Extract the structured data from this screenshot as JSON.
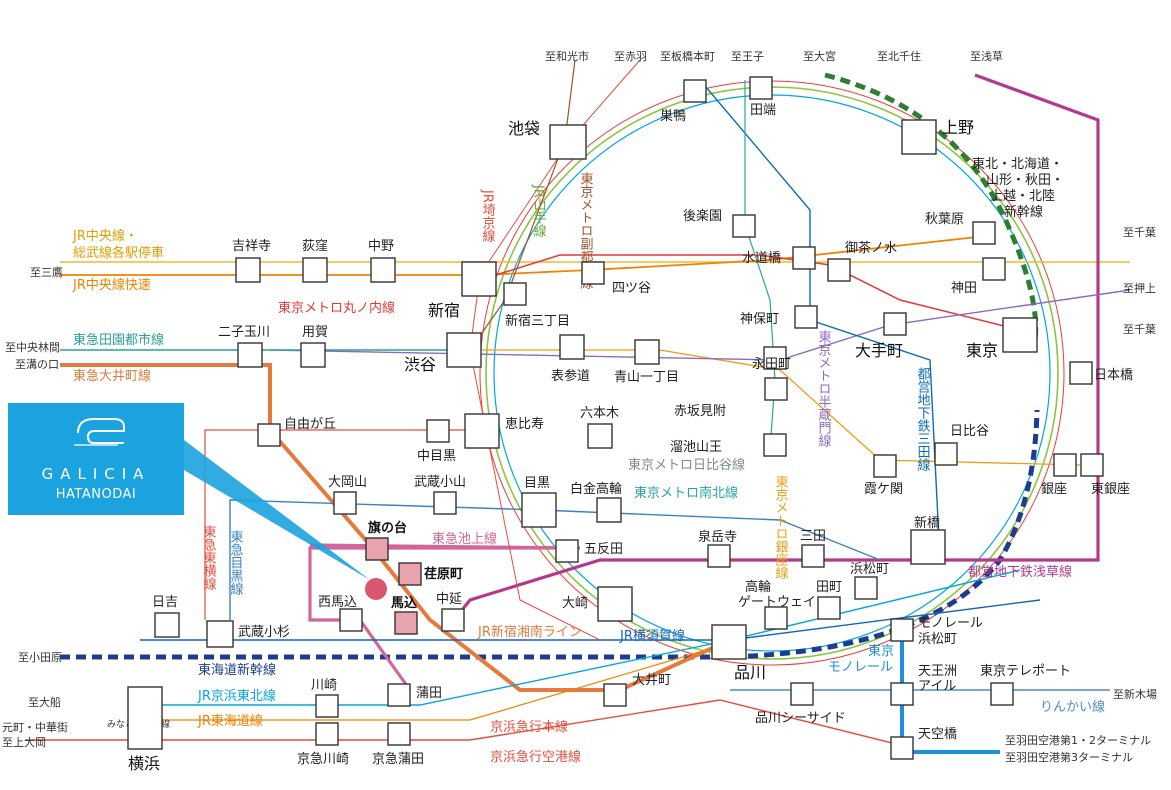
{
  "brand": {
    "name": "GALICIA",
    "sub": "HATANODAI",
    "color": "#1ba3df"
  },
  "colors": {
    "yamanote": "#8cc63f",
    "chuo": "#f08300",
    "asakusa": "#b23a8d",
    "tokyu_ikegami": "#d2669a",
    "tokyu_oimachi": "#e57a3e",
    "shinkansen": "#1d3c8f",
    "tohoku_shinkansen": "#2e7d32",
    "keihin_tohoku": "#00a7db",
    "highlight": "#e8a3ad"
  },
  "stations": {
    "ikebukuro": "池袋",
    "sugamo": "巣鴨",
    "tabata": "田端",
    "ueno": "上野",
    "korakuen": "後楽園",
    "akihabara": "秋葉原",
    "kichijoji": "吉祥寺",
    "ogikubo": "荻窪",
    "nakano": "中野",
    "shinjuku": "新宿",
    "shinjuku_sanchome": "新宿三丁目",
    "yotsuya": "四ツ谷",
    "suidobashi": "水道橋",
    "ochanomizu": "御茶ノ水",
    "kanda": "神田",
    "jimbocho": "神保町",
    "otemachi": "大手町",
    "tokyo": "東京",
    "nihonbashi": "日本橋",
    "futako_tamagawa": "二子玉川",
    "yoga": "用賀",
    "shibuya": "渋谷",
    "omotesando": "表参道",
    "aoyama_itchome": "青山一丁目",
    "nagatacho": "永田町",
    "akasaka_mitsuke": "赤坂見附",
    "jiyugaoka": "自由が丘",
    "nakameguro": "中目黒",
    "ebisu": "恵比寿",
    "roppongi": "六本木",
    "tameike_sanno": "溜池山王",
    "hibiya": "日比谷",
    "kasumigaseki": "霞ケ関",
    "ginza": "銀座",
    "higashi_ginza": "東銀座",
    "ookayama": "大岡山",
    "musashi_koyama": "武蔵小山",
    "meguro": "目黒",
    "shirokanetakanawa": "白金高輪",
    "hatanodai": "旗の台",
    "togoshi_ginza": "五反田",
    "ebara_machi": "荏原町",
    "nishi_magome": "西馬込",
    "magome": "馬込",
    "nakanobu": "中延",
    "sengakuji": "泉岳寺",
    "mita": "三田",
    "shimbashi": "新橋",
    "hamamatsucho": "浜松町",
    "osaki": "大崎",
    "takanawa_gateway": "高輪\nゲートウェイ",
    "tamachi": "田町",
    "shinagawa": "品川",
    "hiyoshi": "日吉",
    "musashi_kosugi": "武蔵小杉",
    "oimachi": "大井町",
    "kawasaki": "川崎",
    "kamata": "蒲田",
    "yokohama": "横浜",
    "keikyu_kawasaki": "京急川崎",
    "keikyu_kamata": "京急蒲田",
    "shinagawa_seaside": "品川シーサイド",
    "monorail_hamamatsucho": "モノレール\n浜松町",
    "tennozu_isle": "天王洲\nアイル",
    "tokyo_teleport": "東京テレポート",
    "tenkubashi": "天空橋"
  },
  "directions": {
    "wakoshi": "至和光市",
    "akabane": "至赤羽",
    "itabashi_honcho": "至板橋本町",
    "oji": "至王子",
    "omiya": "至大宮",
    "kitasenju": "至北千住",
    "asakusa": "至浅草",
    "mitaka": "至三鷹",
    "chiba1": "至千葉",
    "oshiage": "至押上",
    "chiba2": "至千葉",
    "chuo_rinkan": "至中央林間",
    "mizonokuchi": "至溝の口",
    "odawara": "至小田原",
    "ofuna": "至大船",
    "motomachi": "元町・中華街",
    "kamioooka": "至上大岡",
    "shinkiba": "至新木場",
    "haneda12": "至羽田空港第1・2ターミナル",
    "haneda3": "至羽田空港第3ターミナル"
  },
  "lines": {
    "chuo_sobu": "JR中央線・\n総武線各駅停車",
    "chuo_rapid": "JR中央線快速",
    "marunouchi": "東京メトロ丸ノ内線",
    "den_en_toshi": "東急田園都市線",
    "oimachi": "東急大井町線",
    "saikyo": "JR埼京線",
    "yamanote": "JR山手線",
    "fukutoshin": "東京メトロ副都心線",
    "hanzomon": "東京メトロ半蔵門線",
    "mita_line": "都営地下鉄三田線",
    "hibiya": "東京メトロ日比谷線",
    "namboku": "東京メトロ南北線",
    "ginza_line": "東京メトロ銀座線",
    "ikegami": "東急池上線",
    "toyoko": "東急東横線",
    "meguro": "東急目黒線",
    "shonan_shinjuku": "JR新宿湘南ライン",
    "yokosuka": "JR横須賀線",
    "tokaido_shinkansen": "東海道新幹線",
    "keihin_tohoku": "JR京浜東北線",
    "tokaido": "JR東海道線",
    "keikyu_main": "京浜急行本線",
    "keikyu_airport": "京浜急行空港線",
    "asakusa": "都営地下鉄浅草線",
    "tokyo_monorail": "東京\nモノレール",
    "rinkai": "りんかい線",
    "tohoku_shinkansen": "東北・北海道・\n山形・秋田・\n上越・北陸\n新幹線",
    "minatomirai": "みなとみらい線"
  }
}
